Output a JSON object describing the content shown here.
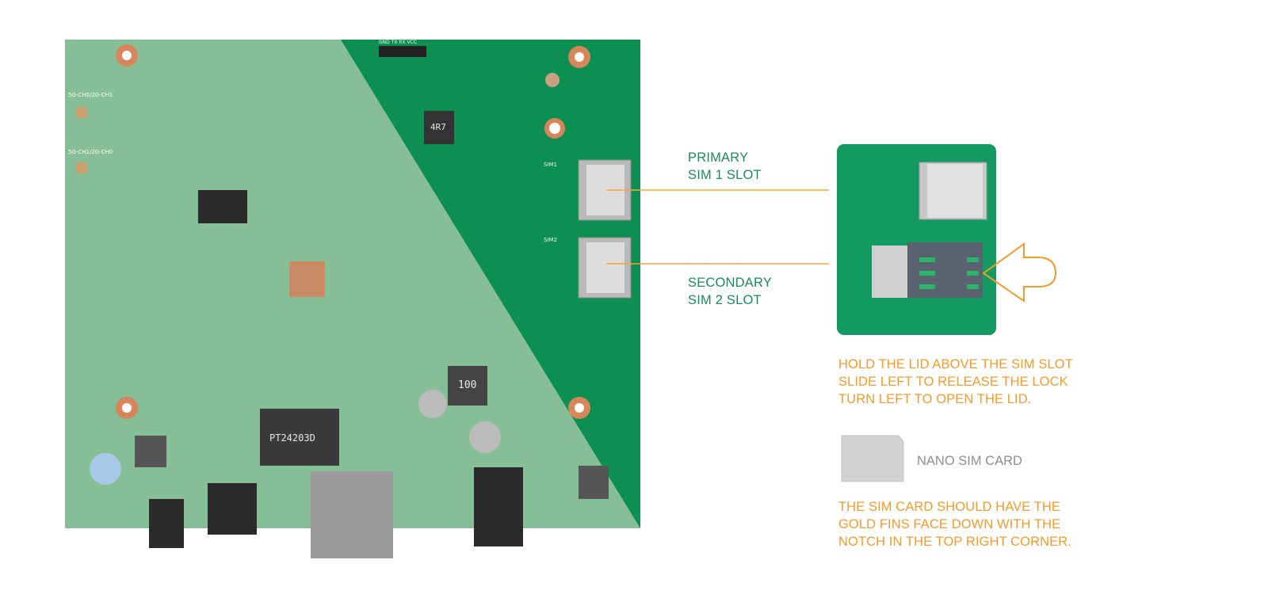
{
  "labels": {
    "primary": [
      "PRIMARY",
      "SIM 1 SLOT"
    ],
    "secondary": [
      "SECONDARY",
      "SIM 2 SLOT"
    ]
  },
  "instructions": {
    "lid": [
      "HOLD THE LID ABOVE THE SIM SLOT",
      "SLIDE LEFT TO RELEASE THE LOCK",
      "TURN LEFT TO OPEN THE LID."
    ],
    "card_label": "NANO SIM CARD",
    "orientation": [
      "THE SIM CARD SHOULD HAVE THE",
      "GOLD FINS FACE DOWN WITH THE",
      "NOTCH IN THE TOP RIGHT CORNER."
    ]
  },
  "board": {
    "silkscreen": [
      "SIM1",
      "SIM2",
      "GND TX RX VCC",
      "4R7",
      "100",
      "PT24203D",
      "5G-CH0/2G-CH1",
      "5G-CH1/2G-CH0"
    ]
  },
  "colors": {
    "pcb_dark": "#0e8f52",
    "pcb_light": "#86bf96",
    "label_green": "#1a8a5c",
    "accent_orange": "#f39a2b",
    "sim_gray": "#d2d2d2"
  }
}
